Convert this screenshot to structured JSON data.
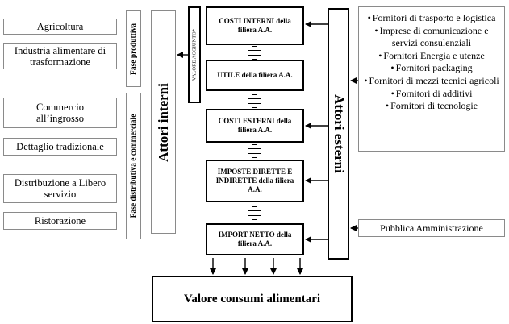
{
  "left_column": [
    "Agricoltura",
    "Industria alimentare di trasformazione",
    "Commercio all’ingrosso",
    "Dettaglio tradizionale",
    "Distribuzione a Libero servizio",
    "Ristorazione"
  ],
  "phases": {
    "productive": "Fase produttiva",
    "distributive": "Fase distributiva e commerciale"
  },
  "attori_interni": "Attori interni",
  "valore_aggiunto": "VALORE AGGIUNTO*",
  "center_boxes": [
    "COSTI INTERNI della filiera A.A.",
    "UTILE della filiera A.A.",
    "COSTI ESTERNI della filiera A.A.",
    "IMPOSTE DIRETTE E INDIRETTE della filiera A.A.",
    "IMPORT NETTO della filiera A.A."
  ],
  "attori_esterni": "Attori esterni",
  "fornitori": [
    "Fornitori di trasporto e logistica",
    "Imprese di comunicazione e servizi consulenziali",
    "Fornitori Energia e utenze",
    "Fornitori packaging",
    "Fornitori di mezzi tecnici agricoli",
    "Fornitori di additivi",
    "Fornitori di tecnologie"
  ],
  "pubblica_amministrazione": "Pubblica Amministrazione",
  "valore_consumi": "Valore consumi alimentari"
}
